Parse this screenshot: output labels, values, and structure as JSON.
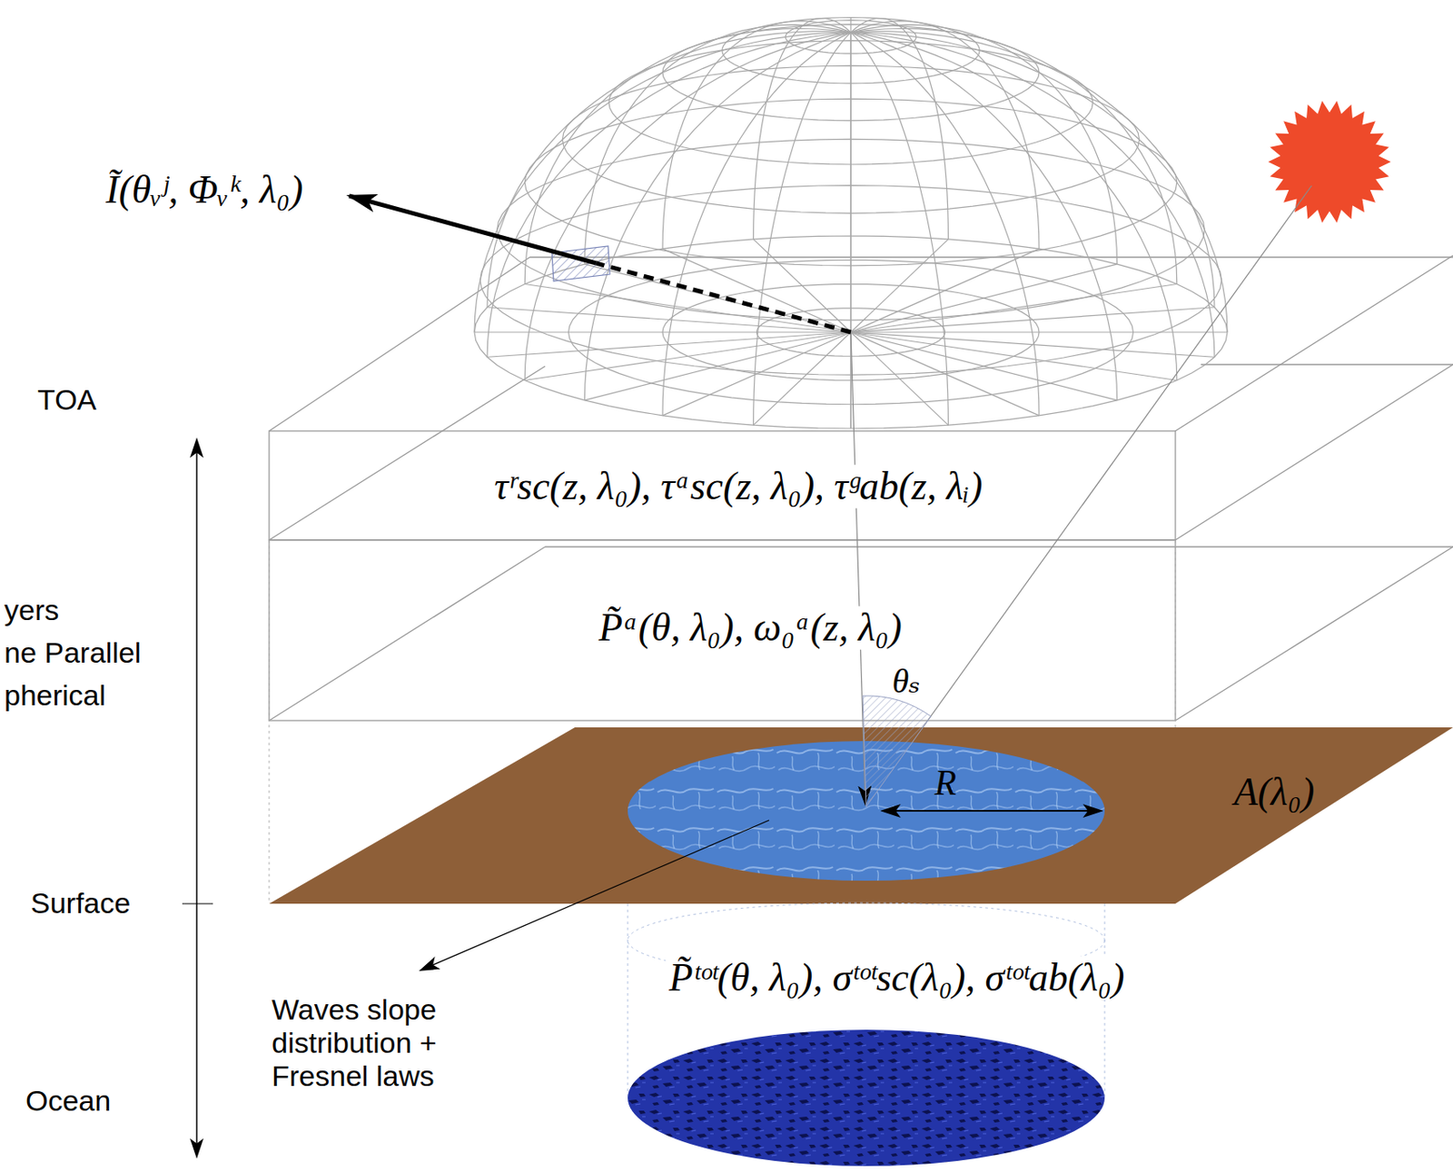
{
  "diagram": {
    "nodes": [
      {
        "text": [
          "τʳsc(z, λ₀), τᵃsc(z, λ₀), τᵍab(z, λᵢ)"
        ]
      },
      {
        "text": [
          "P̃ᵃ(θ, λ₀), ω₀ᵃ(z, λ₀)"
        ]
      },
      {
        "text": [
          "A(λ₀)"
        ]
      },
      {
        "text": [
          "R"
        ],
        "in": 2
      },
      {
        "text": [
          "P̃ᵗᵒᵗ(θ, λ₀), σᵗᵒᵗsc(λ₀), σᵗᵒᵗab(λ₀)"
        ]
      }
    ],
    "labels": [
      "Ĩ(θᵥʲ, Φᵥᵏ, λ₀)",
      "TOA",
      "yers",
      "ne Parallel",
      "pherical",
      "θₛ",
      "Surface",
      "Waves slope distribution + Fresnel laws",
      "Ocean"
    ]
  }
}
